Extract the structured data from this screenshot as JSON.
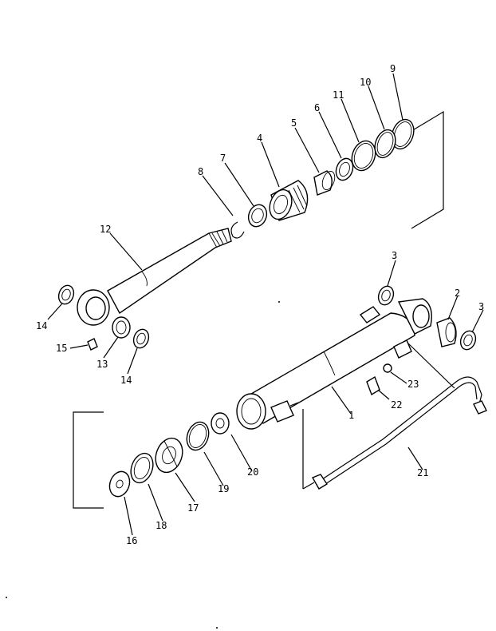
{
  "callouts": [
    {
      "id": "p1",
      "text": "1"
    },
    {
      "id": "p2",
      "text": "2"
    },
    {
      "id": "p3a",
      "text": "3"
    },
    {
      "id": "p3b",
      "text": "3"
    },
    {
      "id": "p4",
      "text": "4"
    },
    {
      "id": "p5",
      "text": "5"
    },
    {
      "id": "p6",
      "text": "6"
    },
    {
      "id": "p7",
      "text": "7"
    },
    {
      "id": "p8",
      "text": "8"
    },
    {
      "id": "p9",
      "text": "9"
    },
    {
      "id": "p10",
      "text": "10"
    },
    {
      "id": "p11",
      "text": "11"
    },
    {
      "id": "p12",
      "text": "12"
    },
    {
      "id": "p13",
      "text": "13"
    },
    {
      "id": "p14a",
      "text": "14"
    },
    {
      "id": "p14b",
      "text": "14"
    },
    {
      "id": "p15",
      "text": "15"
    },
    {
      "id": "p16",
      "text": "16"
    },
    {
      "id": "p17",
      "text": "17"
    },
    {
      "id": "p18",
      "text": "18"
    },
    {
      "id": "p19",
      "text": "19"
    },
    {
      "id": "p20",
      "text": "20"
    },
    {
      "id": "p21",
      "text": "21"
    },
    {
      "id": "p22",
      "text": "22"
    },
    {
      "id": "p23",
      "text": "23"
    }
  ]
}
